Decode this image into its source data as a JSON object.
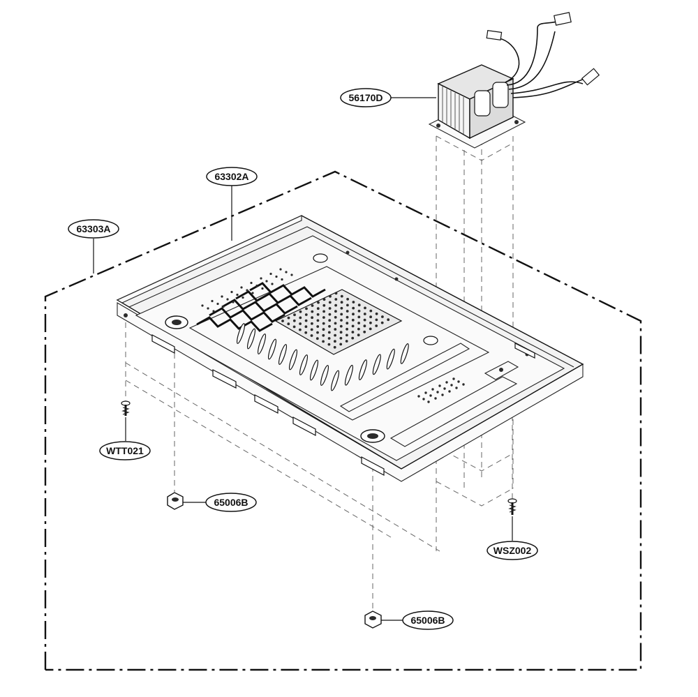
{
  "diagram": {
    "callouts": {
      "transformer": "56170D",
      "base_plate": "63302A",
      "base_assembly": "63303A",
      "screw_left": "WTT021",
      "nut_left": "65006B",
      "screw_right": "WSZ002",
      "nut_bottom": "65006B"
    }
  }
}
